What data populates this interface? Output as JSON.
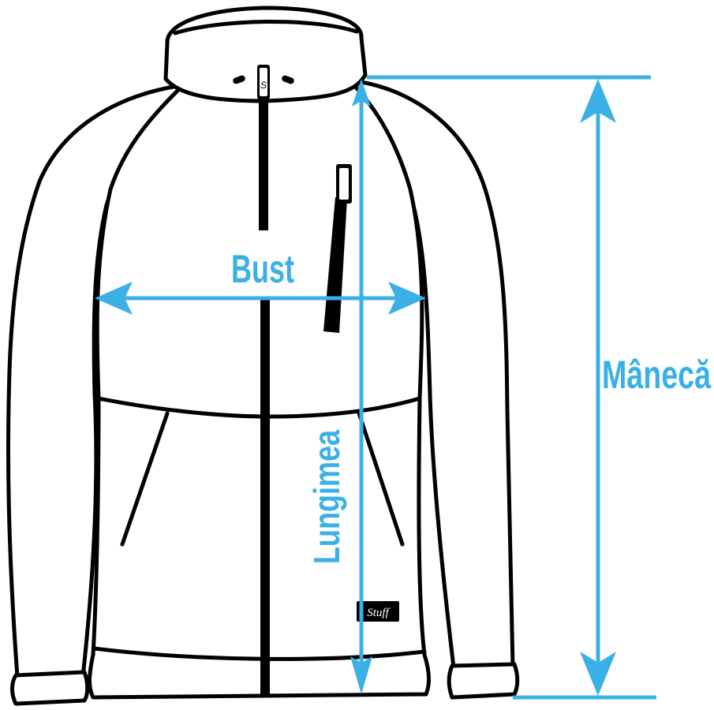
{
  "measurements": {
    "bust_label": "Bust",
    "length_label": "Lungimea",
    "sleeve_label": "Mânecă"
  },
  "logo": {
    "pocket_tag_text": "Stuff",
    "zipper_text": "S"
  },
  "colors": {
    "measure_blue": "#3ab0e6",
    "outline": "#000000",
    "fill": "#ffffff"
  }
}
